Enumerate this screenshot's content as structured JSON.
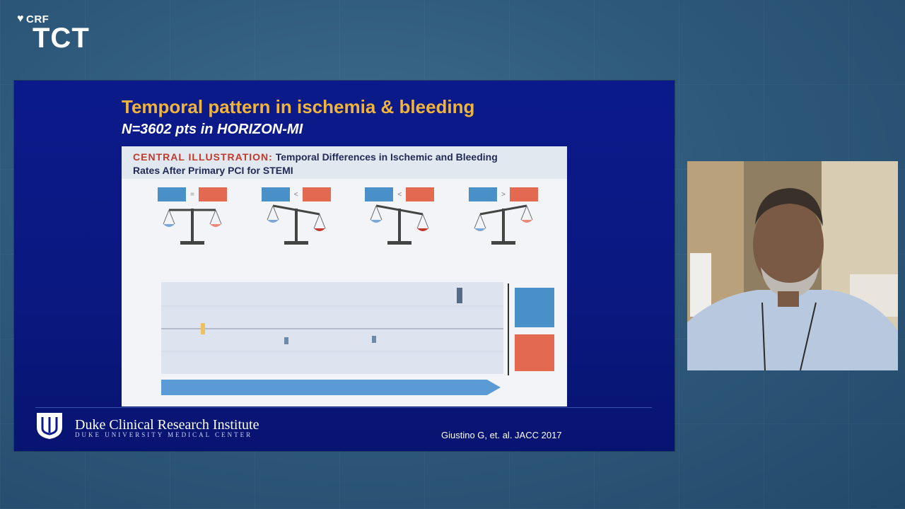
{
  "branding": {
    "crf_label": "CRF",
    "tct_label": "TCT"
  },
  "slide": {
    "title": "Temporal pattern in ischemia & bleeding",
    "subtitle": "N=3602 pts in HORIZON-MI",
    "figure": {
      "header_prefix": "CENTRAL ILLUSTRATION:",
      "header_text": "Temporal Differences in Ischemic and Bleeding",
      "header_text_line2": "Rates After Primary PCI for STEMI"
    },
    "institution_name": "Duke Clinical Research Institute",
    "institution_sub": "DUKE UNIVERSITY MEDICAL CENTER",
    "citation": "Giustino G, et. al. JACC 2017"
  },
  "colors": {
    "slide_bg": "#0b1a8a",
    "title_gold": "#f0b43c",
    "ischemic_blue": "#4a90c8",
    "bleeding_red": "#e36a50"
  }
}
